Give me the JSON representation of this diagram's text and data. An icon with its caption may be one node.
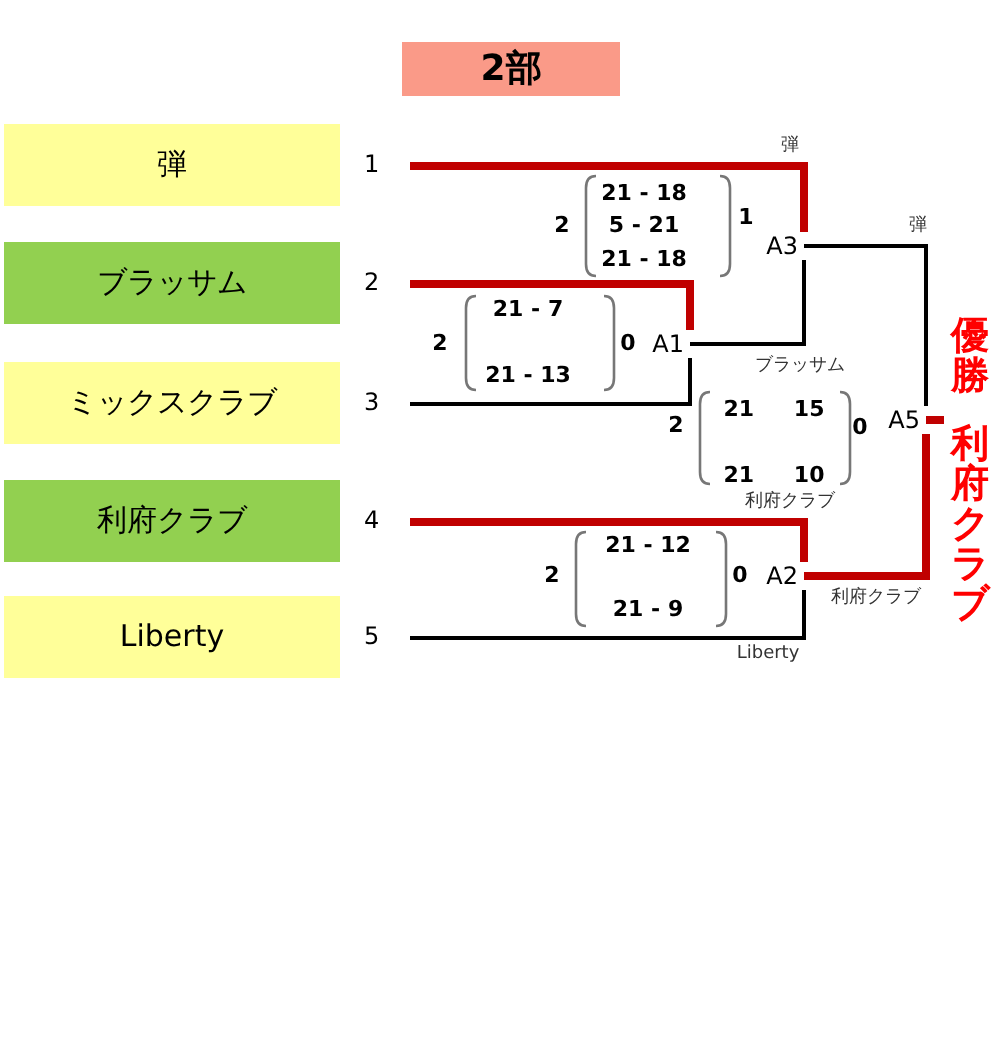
{
  "diagram": {
    "title": "2部",
    "nodes": [
      {
        "text": [
          "弾"
        ],
        "beside": [
          "1"
        ]
      },
      {
        "text": [
          "ブラッサム"
        ],
        "beside": [
          "2"
        ]
      },
      {
        "text": [
          "ミックスクラブ"
        ],
        "beside": [
          "3"
        ]
      },
      {
        "text": [
          "利府クラブ"
        ],
        "beside": [
          "4"
        ]
      },
      {
        "text": [
          "Liberty"
        ],
        "beside": [
          "5"
        ]
      },
      {
        "text": [
          "A3"
        ]
      },
      {
        "text": [
          "A1"
        ]
      },
      {
        "text": [
          "A5"
        ]
      },
      {
        "text": [
          "A2"
        ]
      },
      {
        "text": [
          "優勝",
          "利府クラブ"
        ]
      }
    ],
    "edges": [
      {
        "from": 0,
        "to": 5,
        "arrow": "none"
      },
      {
        "from": 1,
        "to": 6,
        "arrow": "none"
      },
      {
        "from": 2,
        "to": 6,
        "arrow": "none",
        "color": "#000000"
      },
      {
        "from": 6,
        "to": 5,
        "arrow": "none",
        "color": "#000000"
      },
      {
        "from": 3,
        "to": 8,
        "arrow": "none"
      },
      {
        "from": 4,
        "to": 8,
        "arrow": "none",
        "color": "#000000"
      },
      {
        "from": 5,
        "to": 7,
        "arrow": "none",
        "color": "#000000"
      },
      {
        "from": 8,
        "to": 7,
        "arrow": "none"
      },
      {
        "from": 7,
        "to": 9,
        "arrow": "none"
      }
    ],
    "labels": [
      "弾",
      "2",
      "21 - 18",
      "5 - 21",
      "21 - 18",
      "1",
      "弾",
      "2",
      "21 - 7",
      "21 - 13",
      "0",
      "ブラッサム",
      "2",
      "21 15",
      "21 10",
      "0",
      "利府クラブ",
      "2",
      "21 - 12",
      "21 - 9",
      "0",
      "利府クラブ",
      "Liberty"
    ]
  }
}
